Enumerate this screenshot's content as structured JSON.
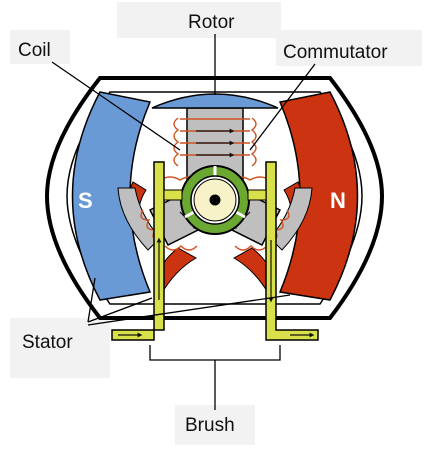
{
  "labels": {
    "rotor": "Rotor",
    "coil": "Coil",
    "commutator": "Commutator",
    "stator": "Stator",
    "brush": "Brush"
  },
  "poles": {
    "south": "S",
    "north": "N"
  },
  "colors": {
    "south_magnet": "#6a9ad6",
    "north_magnet": "#cc3310",
    "rotor": "#bfbfbf",
    "rotor_cap": "#6a9ad6",
    "coil_wire": "#d05020",
    "commutator": "#6aa832",
    "shaft": "#f8f2c8",
    "brush": "#d8e04a",
    "label_box": "#f2f2f2"
  }
}
